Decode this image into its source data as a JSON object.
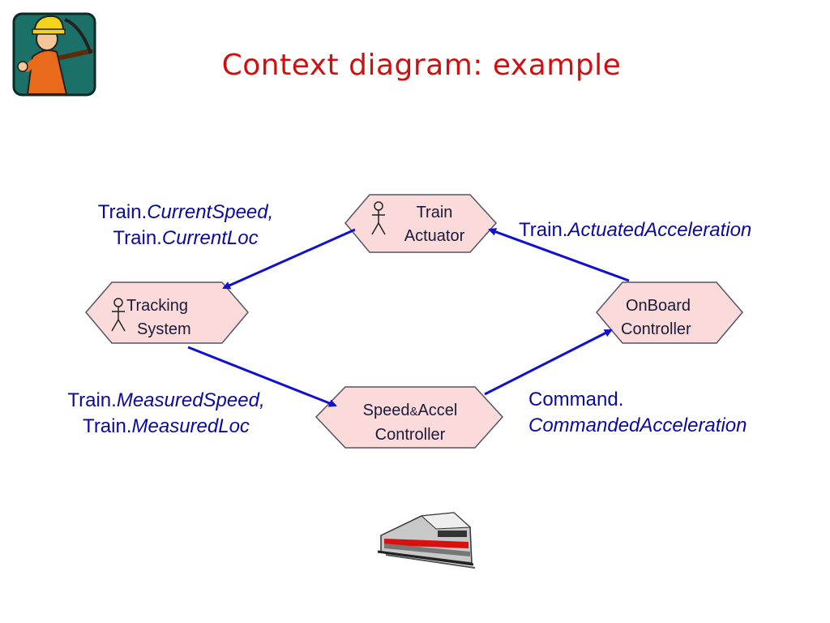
{
  "slide": {
    "title": "Context diagram:  example"
  },
  "nodes": {
    "train_actuator": {
      "line1": "Train",
      "line2": "Actuator",
      "has_actor_icon": true
    },
    "tracking_system": {
      "line1": "Tracking",
      "line2": "System",
      "has_actor_icon": true
    },
    "onboard_controller": {
      "line1": "OnBoard",
      "line2": "Controller",
      "has_actor_icon": false
    },
    "speed_accel_controller": {
      "line1a": "Speed",
      "line1b": "&",
      "line1c": "Accel",
      "line2": "Controller",
      "has_actor_icon": false
    }
  },
  "flows": {
    "current": {
      "l1_prefix": "Train.",
      "l1_italic": "CurrentSpeed,",
      "l2_prefix": "Train.",
      "l2_italic": "CurrentLoc"
    },
    "actuated": {
      "prefix": "Train.",
      "italic": "ActuatedAcceleration"
    },
    "measured": {
      "l1_prefix": "Train.",
      "l1_italic": "MeasuredSpeed,",
      "l2_prefix": "Train.",
      "l2_italic": "MeasuredLoc"
    },
    "commanded": {
      "l1": "Command.",
      "l2_italic": "CommandedAcceleration"
    }
  },
  "colors": {
    "title": "#d01010",
    "node_fill": "#fbdada",
    "node_stroke": "#555566",
    "arrow": "#1010d0"
  }
}
